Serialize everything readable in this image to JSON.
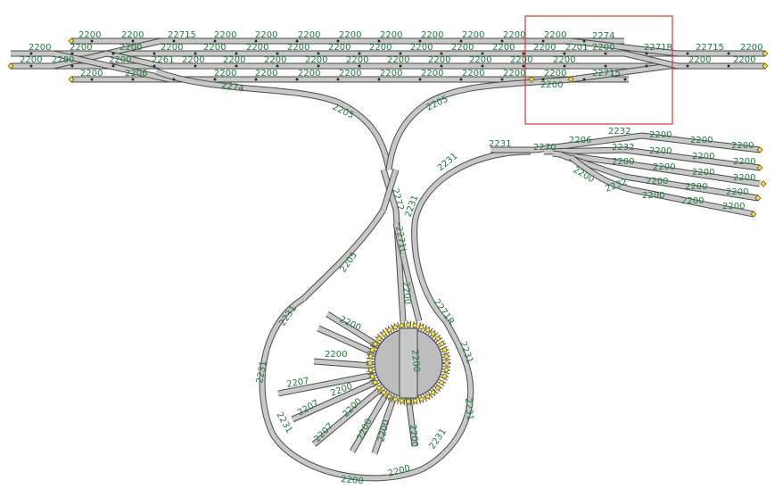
{
  "labels": {
    "yard_top": [
      "2200",
      "2200",
      "22715",
      "2200",
      "2200",
      "2200",
      "2200",
      "2200",
      "2200",
      "2200",
      "2200",
      "2200",
      "2200"
    ],
    "yard_row2": [
      "2200",
      "2200",
      "2200",
      "2200",
      "2200",
      "2200",
      "2200",
      "2200",
      "2200",
      "2200",
      "2200",
      "2200",
      "2201",
      "2200"
    ],
    "yard_row3": [
      "2200",
      "2200",
      "2261",
      "2200",
      "2200",
      "2200",
      "2200",
      "2200",
      "2200",
      "2200",
      "2200",
      "2200",
      "2200",
      "2200"
    ],
    "yard_row4": [
      "2200",
      "2206",
      "2200",
      "2200",
      "2200",
      "2200",
      "2200",
      "2200",
      "2200",
      "2200",
      "2200"
    ],
    "misc": [
      "2274",
      "2271R",
      "22715",
      "2200",
      "22715",
      "2200",
      "2200",
      "2200",
      "2274",
      "2205",
      "2205",
      "2231",
      "2231",
      "2272",
      "2271L",
      "2200",
      "2205",
      "2231",
      "2271R",
      "2231",
      "2231",
      "2231",
      "2231",
      "2231",
      "2231",
      "2270",
      "2206",
      "2232",
      "2232",
      "2232",
      "2200",
      "2200",
      "2200",
      "2200",
      "2200",
      "2200",
      "2200",
      "2200",
      "2200",
      "2200",
      "2200",
      "2200",
      "2200",
      "2200",
      "2200",
      "2200",
      "2200",
      "2200",
      "2207",
      "2207",
      "2207",
      "2200",
      "2200",
      "2200",
      "2200",
      "2200",
      "2200",
      "2200",
      "2200",
      "2200"
    ]
  }
}
